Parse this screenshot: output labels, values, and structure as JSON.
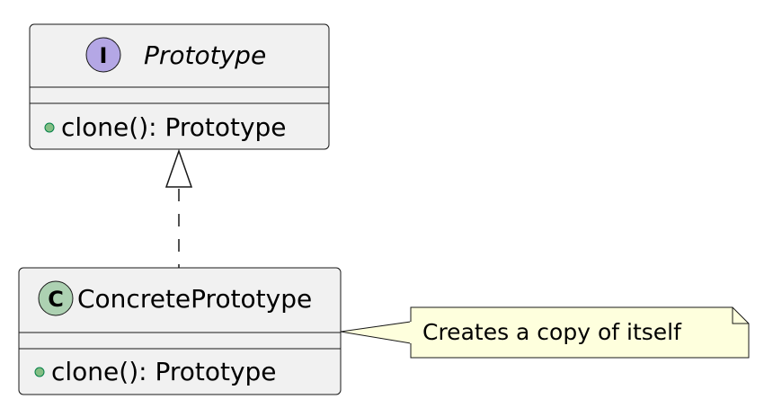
{
  "interface": {
    "stereotype_glyph": "I",
    "name": "Prototype",
    "method": "clone(): Prototype",
    "glyph_color": "#B4A7E5"
  },
  "concrete": {
    "stereotype_glyph": "C",
    "name": "ConcretePrototype",
    "method": "clone(): Prototype",
    "glyph_color": "#ADD1B2"
  },
  "note": {
    "text": "Creates a copy of itself",
    "color": "#FEFFDD"
  },
  "colors": {
    "box_fill": "#F1F1F1",
    "border": "#181818",
    "visibility_public": "#84BE84"
  }
}
